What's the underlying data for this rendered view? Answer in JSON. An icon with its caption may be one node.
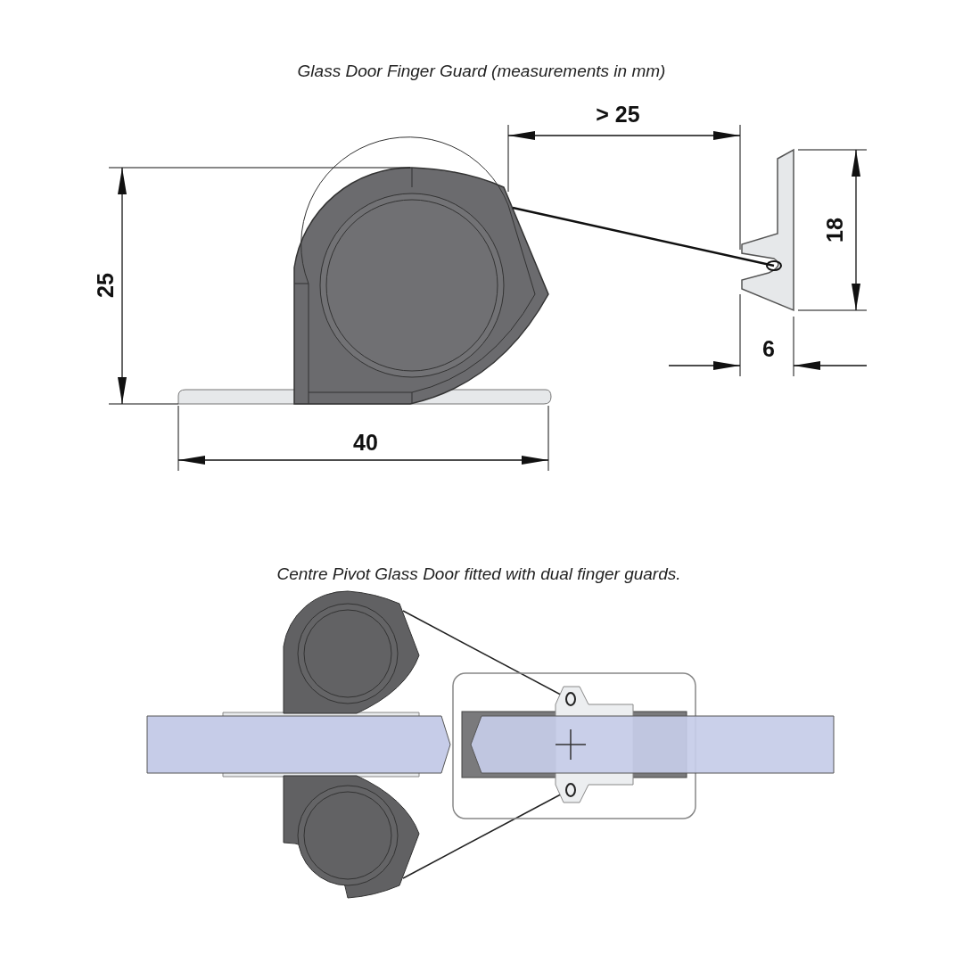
{
  "diagram": {
    "title": "Glass Door Finger Guard (measurements in mm)",
    "labels": [
      "> 25",
      "18",
      "25",
      "6",
      "40",
      "Centre Pivot Glass Door fitted with dual finger guards."
    ]
  }
}
